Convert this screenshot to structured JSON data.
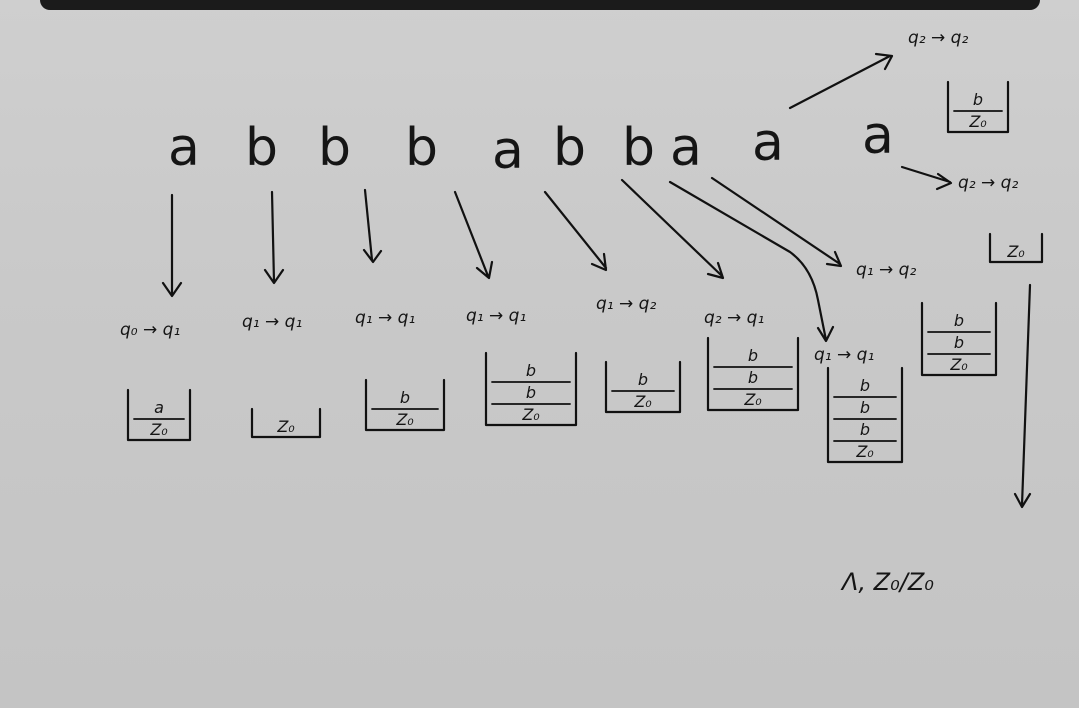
{
  "input_symbols": [
    "a",
    "b",
    "b",
    "b",
    "a",
    "b",
    "b",
    "a",
    "a",
    "a"
  ],
  "transitions": [
    "q₀ → q₁",
    "q₁ → q₁",
    "q₁ → q₁",
    "q₁ → q₁",
    "q₁ → q₂",
    "q₂ → q₁",
    "q₁ → q₁",
    "q₁ → q₂",
    "q₂ → q₂",
    "q₂ → q₂"
  ],
  "stacks": [
    [
      "a",
      "Z₀"
    ],
    [
      "Z₀"
    ],
    [
      "b",
      "Z₀"
    ],
    [
      "b",
      "b",
      "Z₀"
    ],
    [
      "b",
      "Z₀"
    ],
    [
      "b",
      "b",
      "Z₀"
    ],
    [
      "b",
      "b",
      "b",
      "Z₀"
    ],
    [
      "b",
      "b",
      "Z₀"
    ],
    [
      "b",
      "Z₀"
    ],
    [
      "Z₀"
    ]
  ],
  "final_note": "Λ, Z₀/Z₀",
  "colors": {
    "ink": "#111111",
    "paper": "#cccccc"
  }
}
